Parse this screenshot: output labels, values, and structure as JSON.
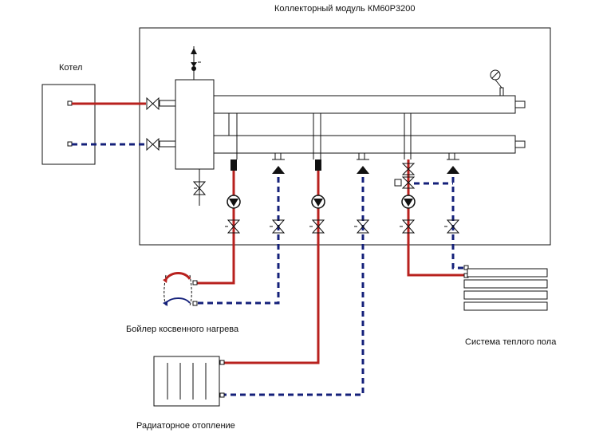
{
  "title": "Коллекторный модуль КМ60Р3200",
  "labels": {
    "boiler": "Котел",
    "indirect_boiler": "Бойлер косвенного нагрева",
    "floor_heating": "Система теплого пола",
    "radiator_heating": "Радиаторное отопление"
  },
  "colors": {
    "supply_line": "#b8211e",
    "return_line": "#14207a",
    "outline": "#111111"
  },
  "icons": [
    "valve-icon",
    "pump-icon",
    "check-valve-icon",
    "air-vent-icon",
    "pressure-gauge-icon",
    "three-way-valve-icon",
    "radiator-icon",
    "coil-icon"
  ]
}
